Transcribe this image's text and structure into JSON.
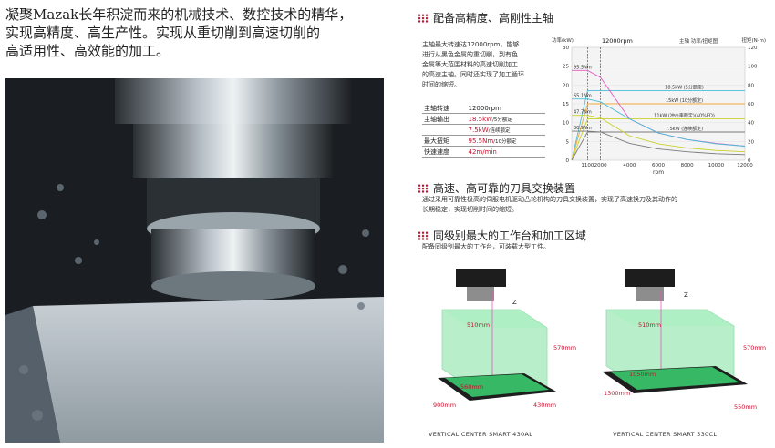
{
  "intro": {
    "line1": "凝聚Mazak长年积淀而来的机械技术、数控技术的精华，",
    "line2": "实现高精度、高生产性。实现从重切削到高速切削的",
    "line3": "高适用性、高效能的加工。"
  },
  "spindle_section": {
    "title": "配备高精度、高刚性主轴",
    "desc": [
      "主轴最大转速达12000rpm，能够",
      "进行从黑色金属的重切削，到有色",
      "金属等大范围材料的高速切削加工",
      "的高速主轴。同时还实现了加工循环",
      "时间的缩短。"
    ],
    "specs": [
      {
        "label": "主轴转速",
        "value": "12000rpm",
        "note": ""
      },
      {
        "label": "主轴输出",
        "value": "18.5kW",
        "note": "/5分额定"
      },
      {
        "label": "",
        "value": "7.5kW",
        "note": "/连续额定"
      },
      {
        "label": "最大扭矩",
        "value": "95.5Nm",
        "note": "/10分额定"
      },
      {
        "label": "快速速度",
        "value": "42m/min",
        "note": ""
      }
    ]
  },
  "atc_section": {
    "title": "高速、高可靠的刀具交换装置",
    "desc1": "通过采用可靠性极高的伺服电机驱动凸轮机构的刀具交换装置，实现了高速换刀及其动作的",
    "desc2": "长期稳定，实现切削时间的缩短。"
  },
  "table_section": {
    "title": "同级别最大的工作台和加工区域",
    "desc": "配备同级别最大的工作台，可装载大型工件。"
  },
  "chart_data": {
    "type": "line",
    "title": "主轴 功率/扭矩图",
    "header_rpm": "12000rpm",
    "y_left_label": "功率(kW)",
    "y_right_label": "扭矩(N·m)",
    "xlabel": "rpm",
    "x_ticks": [
      1100,
      2000,
      4000,
      6000,
      8000,
      10000,
      12000
    ],
    "xlim": [
      0,
      12000
    ],
    "y_left_ticks": [
      0,
      5,
      10,
      15,
      20,
      25,
      30
    ],
    "y_left_lim": [
      0,
      30
    ],
    "y_right_ticks": [
      0,
      20,
      40,
      60,
      80,
      100,
      120
    ],
    "y_right_lim": [
      0,
      120
    ],
    "series": [
      {
        "name": "18.5kW (5分额定)",
        "color": "#4bbcd8",
        "axis": "left",
        "x": [
          0,
          1100,
          2000,
          3000,
          12000
        ],
        "y": [
          0,
          18.5,
          18.5,
          18.5,
          18.5
        ]
      },
      {
        "name": "15kW (10分额定)",
        "color": "#f2a93b",
        "axis": "left",
        "x": [
          0,
          1100,
          1500,
          2000,
          12000
        ],
        "y": [
          0,
          15,
          15,
          15,
          15
        ]
      },
      {
        "name": "11kW (冲击率额定)(40%ED)",
        "color": "#c9d12a",
        "axis": "left",
        "x": [
          0,
          1100,
          2000,
          12000
        ],
        "y": [
          0,
          11,
          11,
          11
        ]
      },
      {
        "name": "7.5kW (连续额定)",
        "color": "#7a7a7a",
        "axis": "left",
        "x": [
          0,
          1100,
          2000,
          12000
        ],
        "y": [
          0,
          7.5,
          7.5,
          7.5
        ]
      },
      {
        "name": "95.5Nm",
        "color": "#e35bbf",
        "axis": "right",
        "x": [
          0,
          1100,
          2000,
          4000,
          6000,
          8000,
          10000,
          12000
        ],
        "y": [
          95.5,
          95.5,
          88,
          44,
          29,
          22,
          18,
          15
        ]
      },
      {
        "name": "65.1Nm",
        "color": "#4bbcd8",
        "axis": "right",
        "x": [
          0,
          1100,
          2000,
          4000,
          6000,
          8000,
          10000,
          12000
        ],
        "y": [
          65.1,
          65.1,
          62,
          44,
          29,
          22,
          17.5,
          15
        ]
      },
      {
        "name": "47.7Nm",
        "color": "#c9d12a",
        "axis": "right",
        "x": [
          0,
          1100,
          2000,
          4000,
          6000,
          8000,
          10000,
          12000
        ],
        "y": [
          47.7,
          47.7,
          45,
          26,
          17.5,
          13,
          10.5,
          9
        ]
      },
      {
        "name": "30.9Nm",
        "color": "#7a7a7a",
        "axis": "right",
        "x": [
          0,
          1100,
          2000,
          4000,
          6000,
          8000,
          10000,
          12000
        ],
        "y": [
          30.9,
          30.9,
          30,
          18,
          12,
          9,
          7,
          6
        ]
      }
    ],
    "annotations": [
      "95.5Nm",
      "65.1Nm",
      "47.7Nm",
      "30.9Nm"
    ]
  },
  "machines": [
    {
      "name": "VERTICAL CENTER SMART 430AL",
      "y_travel": "510mm",
      "z_travel": "570mm",
      "x_travel": "560mm",
      "table_w": "900mm",
      "table_d": "430mm",
      "axis_label": "Z"
    },
    {
      "name": "VERTICAL CENTER SMART 530CL",
      "y_travel": "510mm",
      "z_travel": "570mm",
      "x_travel": "1050mm",
      "table_w": "1300mm",
      "table_d": "550mm",
      "axis_label": "Z"
    }
  ],
  "colors": {
    "accent": "#c8102e",
    "box_green": "#7fe3a0"
  }
}
